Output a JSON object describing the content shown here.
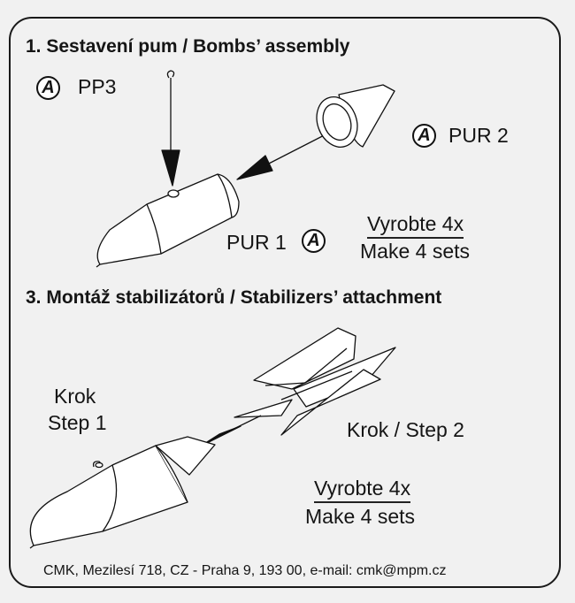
{
  "section1": {
    "title": "1. Sestavení pum / Bombs’ assembly",
    "pp3_badge": "A",
    "pp3_label": "PP3",
    "pur2_badge": "A",
    "pur2_label": "PUR 2",
    "pur1_label": "PUR 1",
    "pur1_badge": "A",
    "make_cz": "Vyrobte 4x",
    "make_en": "Make 4 sets"
  },
  "section3": {
    "title": "3. Montáž stabilizátorů / Stabilizers’ attachment",
    "step1_cz": "Krok",
    "step1_en": "Step 1",
    "step2": "Krok / Step 2",
    "make_cz": "Vyrobte 4x",
    "make_en": "Make 4 sets"
  },
  "footer": {
    "text": "CMK, Mezilesí 718, CZ - Praha 9,  193 00, e-mail: cmk@mpm.cz"
  }
}
